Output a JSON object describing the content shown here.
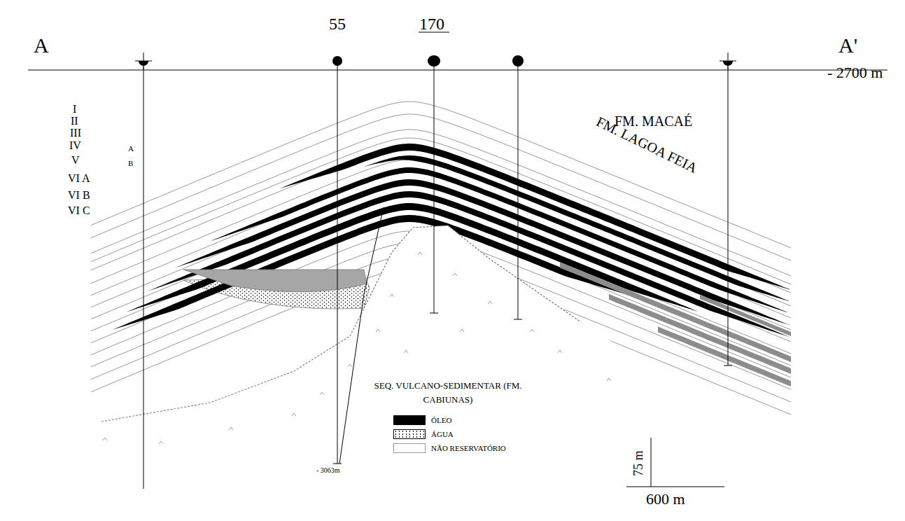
{
  "diagram": {
    "labels": [
      "A",
      "55",
      "170",
      "A'",
      "- 2700 m",
      "I",
      "II",
      "III",
      "IV",
      "A",
      "V",
      "B",
      "VI A",
      "VI B",
      "VI C",
      "FM. MACAÉ",
      "FM. LAGOA FEIA",
      "SEQ. VULCANO-SEDIMENTAR (FM. CABIUNAS)",
      "- 3063m",
      "75 m",
      "600 m"
    ],
    "legend": [
      {
        "text": "ÓLEO",
        "color": "#000000"
      },
      {
        "text": "ÁGUA"
      },
      {
        "text": "NÃO RESERVATÓRIO",
        "color": "#ffffff"
      }
    ]
  }
}
